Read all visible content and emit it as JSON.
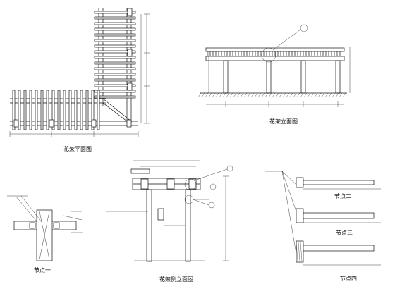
{
  "captions": {
    "plan": "花架平面图",
    "front_elevation": "花架立面图",
    "side_elevation": "花架侧立面图",
    "node_1": "节点一",
    "node_2": "节点二",
    "node_3": "节点三",
    "node_4": "节点四"
  },
  "colors": {
    "line": "#111111",
    "background": "#ffffff"
  }
}
